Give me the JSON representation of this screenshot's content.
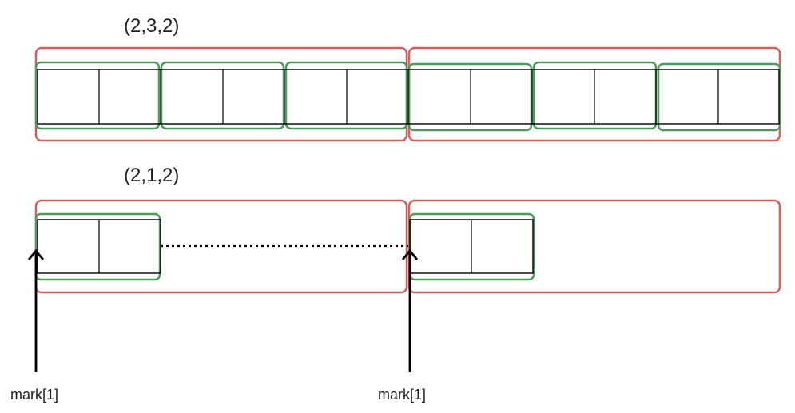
{
  "diagram": {
    "top": {
      "label": "(2,3,2)",
      "groups": 2,
      "blocks_per_group": 3,
      "cells_per_block": 2
    },
    "bottom": {
      "label": "(2,1,2)",
      "groups": 2,
      "blocks_per_group": 1,
      "cells_per_block": 2,
      "left_marker": "mark[1]",
      "right_marker": "mark[1]"
    },
    "colors": {
      "outer_box": "#d0605e",
      "inner_box": "#4d9a5d",
      "cell_border": "#000000",
      "arrow": "#000000"
    }
  }
}
